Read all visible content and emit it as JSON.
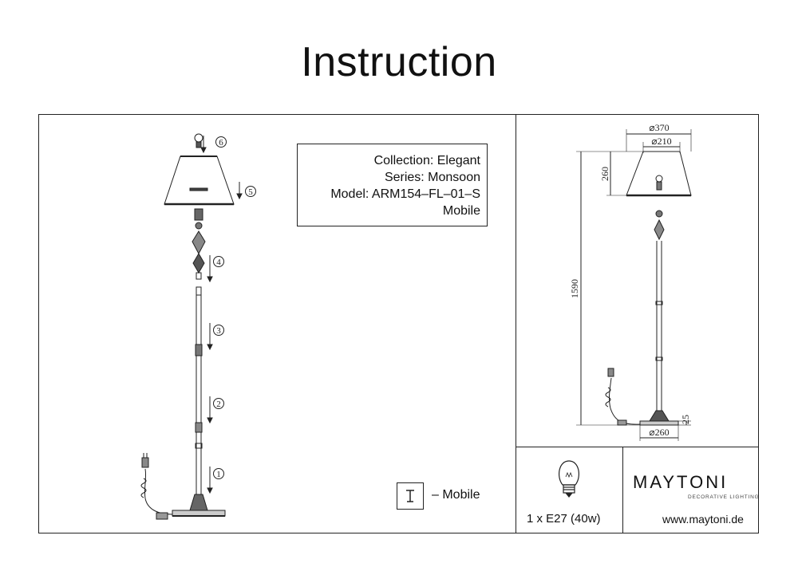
{
  "page": {
    "title": "Instruction"
  },
  "info": {
    "collection": "Collection: Elegant",
    "series": "Series: Monsoon",
    "model": "Model: ARM154–FL–01–S",
    "variant": "Mobile"
  },
  "assembly_steps": [
    "6",
    "5",
    "4",
    "3",
    "2",
    "1"
  ],
  "dimensions": {
    "shade_top": "⌀370",
    "shade_bottom": "⌀210",
    "shade_height": "260",
    "total_height": "1590",
    "base_height": "25",
    "base_diameter": "⌀260"
  },
  "legend": {
    "mobile_label": "– Mobile"
  },
  "bulb": {
    "spec": "1 x E27 (40w)",
    "icon": "bulb-icon"
  },
  "brand": {
    "name": "MAYTONI",
    "tagline": "DECORATIVE LIGHTING",
    "website": "www.maytoni.de"
  }
}
